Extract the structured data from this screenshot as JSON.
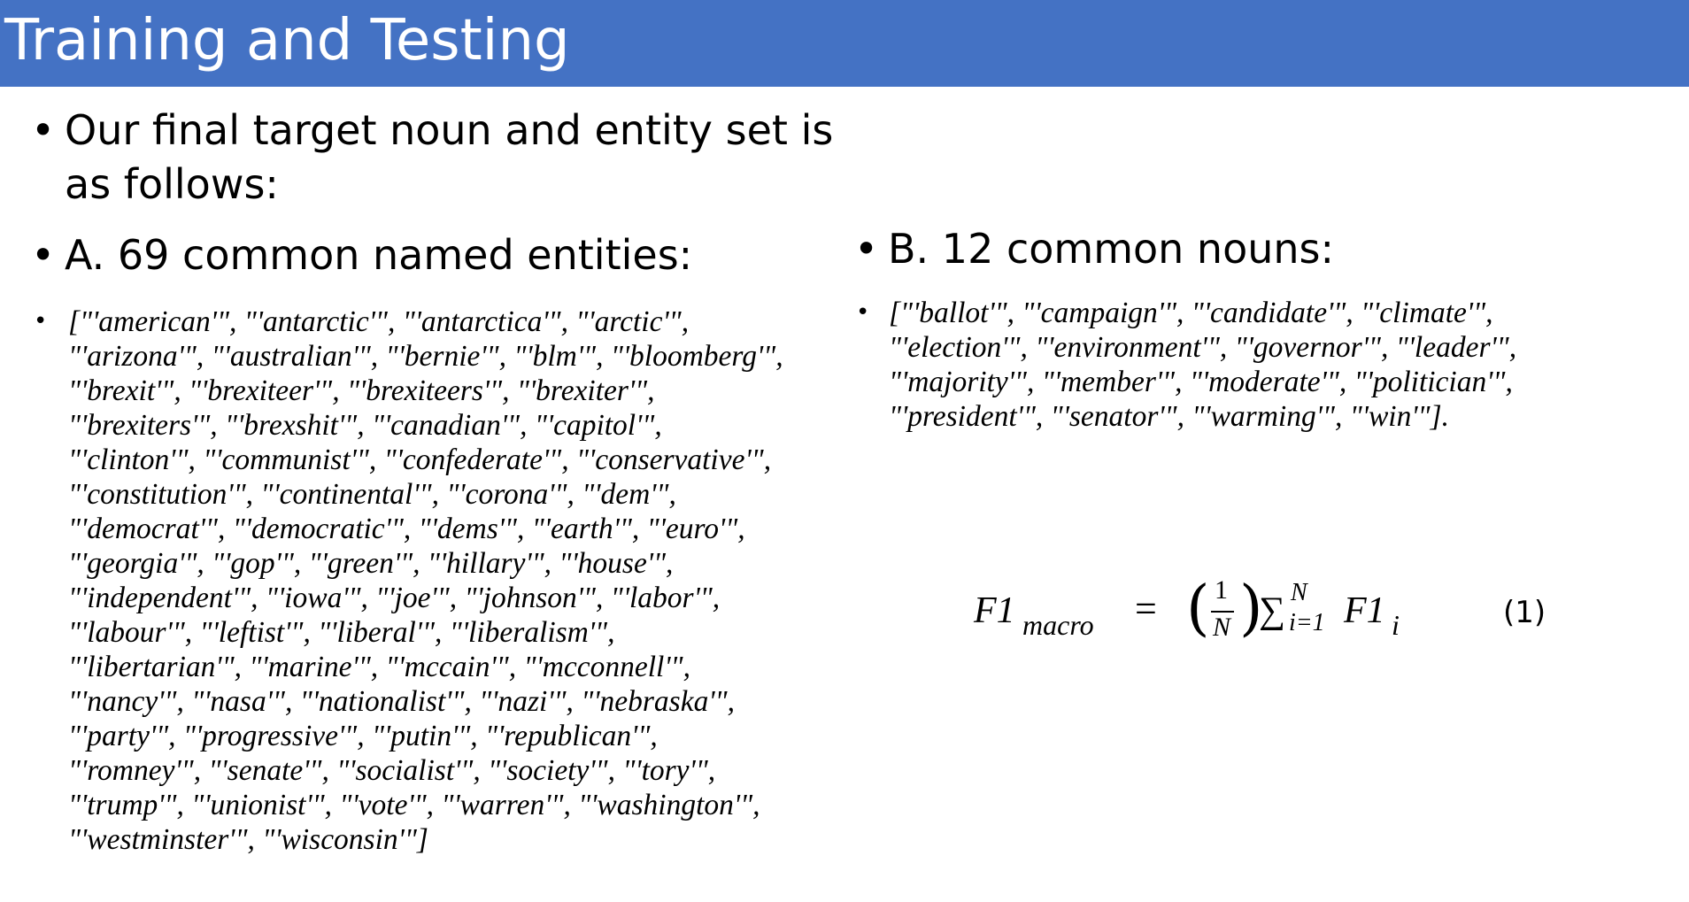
{
  "slide": {
    "title": "Training and Testing",
    "accent_color": "#4472c4",
    "intro": {
      "bullet": "•",
      "text": "Our final target noun and entity set is as follows:"
    },
    "section_a": {
      "bullet": "•",
      "heading": "A. 69 common named entities:",
      "list_bullet": "•",
      "lines": [
        "[\"'american'\", \"'antarctic'\", \"'antarctica'\", \"'arctic'\",",
        "\"'arizona'\", \"'australian'\", \"'bernie'\", \"'blm'\", \"'bloomberg'\",",
        "\"'brexit'\", \"'brexiteer'\", \"'brexiteers'\", \"'brexiter'\",",
        "\"'brexiters'\", \"'brexshit'\", \"'canadian'\", \"'capitol'\",",
        "\"'clinton'\", \"'communist'\", \"'confederate'\", \"'conservative'\",",
        "\"'constitution'\", \"'continental'\", \"'corona'\", \"'dem'\",",
        "\"'democrat'\", \"'democratic'\", \"'dems'\", \"'earth'\", \"'euro'\",",
        "\"'georgia'\", \"'gop'\", \"'green'\", \"'hillary'\", \"'house'\",",
        "\"'independent'\", \"'iowa'\", \"'joe'\", \"'johnson'\", \"'labor'\",",
        "\"'labour'\", \"'leftist'\", \"'liberal'\", \"'liberalism'\",",
        "\"'libertarian'\", \"'marine'\", \"'mccain'\", \"'mcconnell'\",",
        "\"'nancy'\", \"'nasa'\", \"'nationalist'\", \"'nazi'\", \"'nebraska'\",",
        "\"'party'\", \"'progressive'\", \"'putin'\", \"'republican'\",",
        "\"'romney'\", \"'senate'\", \"'socialist'\", \"'society'\", \"'tory'\",",
        "\"'trump'\", \"'unionist'\", \"'vote'\", \"'warren'\", \"'washington'\",",
        "\"'westminster'\", \"'wisconsin'\"]"
      ]
    },
    "section_b": {
      "bullet": "•",
      "heading": "B. 12 common nouns:",
      "list_bullet": "•",
      "lines": [
        "[\"'ballot'\", \"'campaign'\", \"'candidate'\", \"'climate'\",",
        "\"'election'\", \"'environment'\", \"'governor'\", \"'leader'\",",
        "\"'majority'\", \"'member'\", \"'moderate'\", \"'politician'\",",
        "\"'president'\", \"'senator'\", \"'warming'\", \"'win'\"]."
      ]
    },
    "formula": {
      "main": "F1",
      "main_sub": "macro",
      "equals": "=",
      "left_paren": "(",
      "numerator": "1",
      "denominator": "N",
      "right_paren": ")",
      "sum": "∑",
      "upper": "N",
      "lower": "i=1",
      "term": "F1",
      "term_sub": "i",
      "number": "(1)"
    }
  }
}
